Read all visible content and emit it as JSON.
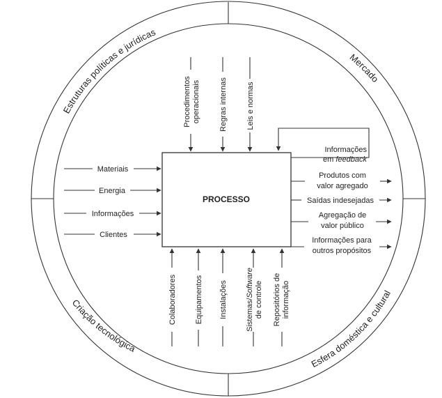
{
  "process": {
    "title": "PROCESSO"
  },
  "ring": {
    "top_left": "Estruturas políticas e jurídicas",
    "top_right": "Mercado",
    "bottom_left": "Criação tecnológica",
    "bottom_right": "Esfera doméstica e cultural"
  },
  "inputs_left": [
    "Materiais",
    "Energia",
    "Informações",
    "Clientes"
  ],
  "controls_top": [
    {
      "line1": "Procedimentos",
      "line2": "operacionais"
    },
    {
      "line1": "Regras internas",
      "line2": ""
    },
    {
      "line1": "Leis e normas",
      "line2": ""
    }
  ],
  "mechanisms_bottom": [
    {
      "line1": "Colaboradores",
      "line2": "",
      "italic_part": ""
    },
    {
      "line1": "Equipamentos",
      "line2": "",
      "italic_part": ""
    },
    {
      "line1": "Instalações",
      "line2": "",
      "italic_part": ""
    },
    {
      "line1": "Sistemas/",
      "italic_part": "Software",
      "line2": "de controle"
    },
    {
      "line1": "Repositórios de",
      "line2": "informação",
      "italic_part": ""
    }
  ],
  "feedback": {
    "line1": "Informações",
    "line2_prefix": "em ",
    "line2_italic": "feedback"
  },
  "outputs_right": [
    {
      "line1": "Produtos com",
      "line2": "valor agregado"
    },
    {
      "line1": "Saídas indesejadas",
      "line2": ""
    },
    {
      "line1": "Agregação de",
      "line2": "valor público"
    },
    {
      "line1": "Informações para",
      "line2": "outros propósitos"
    }
  ]
}
